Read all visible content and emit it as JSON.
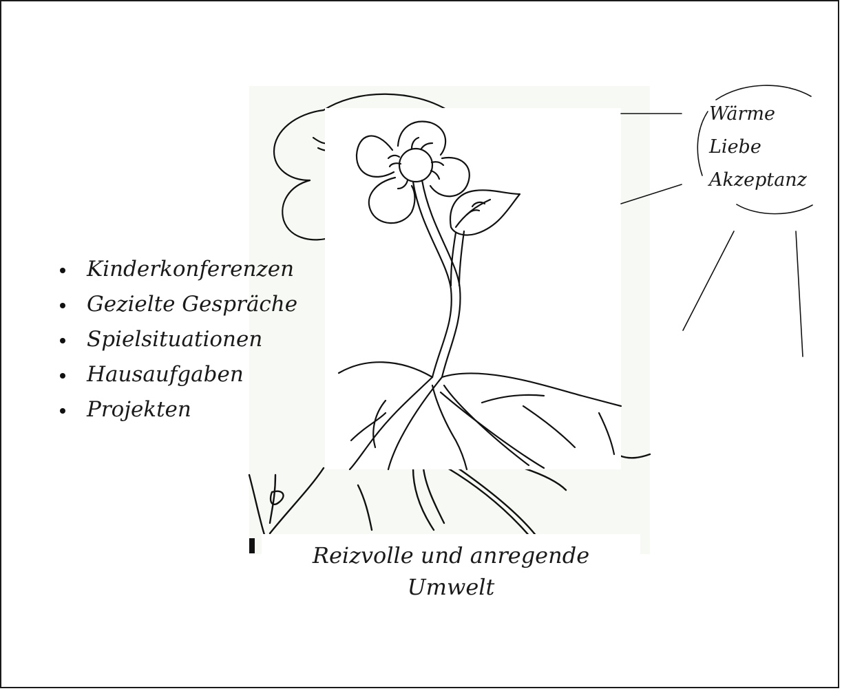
{
  "bullet_list": {
    "items": [
      "Kinderkonferenzen",
      "Gezielte Gespräche",
      "Spielsituationen",
      "Hausaufgaben",
      "Projekten"
    ]
  },
  "sun": {
    "lines": [
      "Wärme",
      "Liebe",
      "Akzeptanz"
    ]
  },
  "caption": {
    "line1": "Reizvolle und anregende",
    "line2": "Umwelt"
  }
}
